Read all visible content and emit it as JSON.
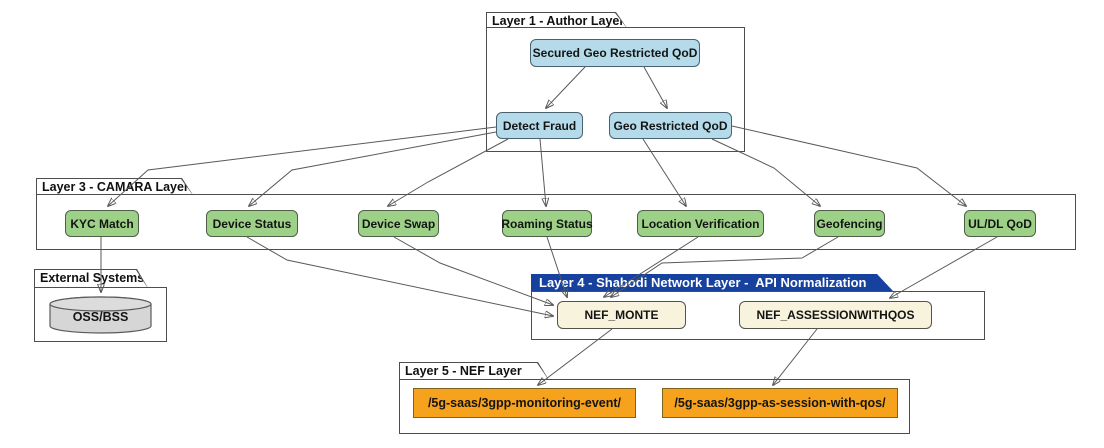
{
  "groups": {
    "layer1": {
      "label": "Layer 1 - Author Layer"
    },
    "layer3": {
      "label": "Layer 3 - CAMARA Layer"
    },
    "external_systems": {
      "label": "External Systems"
    },
    "layer4": {
      "label": "Layer 4 - Shabodi Network Layer -  API Normalization"
    },
    "layer5": {
      "label": "Layer 5 - NEF Layer"
    }
  },
  "nodes": {
    "secured_geo_restricted_qod": {
      "label": "Secured Geo Restricted QoD"
    },
    "detect_fraud": {
      "label": "Detect Fraud"
    },
    "geo_restricted_qod": {
      "label": "Geo Restricted QoD"
    },
    "kyc_match": {
      "label": "KYC Match"
    },
    "device_status": {
      "label": "Device Status"
    },
    "device_swap": {
      "label": "Device Swap"
    },
    "roaming_status": {
      "label": "Roaming Status"
    },
    "location_verification": {
      "label": "Location Verification"
    },
    "geofencing": {
      "label": "Geofencing"
    },
    "uldl_qod": {
      "label": "UL/DL QoD"
    },
    "oss_bss": {
      "label": "OSS/BSS"
    },
    "nef_monte": {
      "label": "NEF_MONTE"
    },
    "nef_assessionwithqos": {
      "label": "NEF_ASSESSIONWITHQOS"
    },
    "monitoring_event_api": {
      "label": "/5g-saas/3gpp-monitoring-event/"
    },
    "as_session_with_qos_api": {
      "label": "/5g-saas/3gpp-as-session-with-qos/"
    }
  },
  "edges": [
    {
      "from": "secured_geo_restricted_qod",
      "to": "detect_fraud"
    },
    {
      "from": "secured_geo_restricted_qod",
      "to": "geo_restricted_qod"
    },
    {
      "from": "detect_fraud",
      "to": "kyc_match"
    },
    {
      "from": "detect_fraud",
      "to": "device_status"
    },
    {
      "from": "detect_fraud",
      "to": "device_swap"
    },
    {
      "from": "detect_fraud",
      "to": "roaming_status"
    },
    {
      "from": "geo_restricted_qod",
      "to": "location_verification"
    },
    {
      "from": "geo_restricted_qod",
      "to": "geofencing"
    },
    {
      "from": "geo_restricted_qod",
      "to": "uldl_qod"
    },
    {
      "from": "kyc_match",
      "to": "oss_bss"
    },
    {
      "from": "device_status",
      "to": "nef_monte"
    },
    {
      "from": "device_swap",
      "to": "nef_monte"
    },
    {
      "from": "roaming_status",
      "to": "nef_monte"
    },
    {
      "from": "location_verification",
      "to": "nef_monte"
    },
    {
      "from": "geofencing",
      "to": "nef_monte"
    },
    {
      "from": "uldl_qod",
      "to": "nef_assessionwithqos"
    },
    {
      "from": "nef_monte",
      "to": "monitoring_event_api"
    },
    {
      "from": "nef_assessionwithqos",
      "to": "as_session_with_qos_api"
    }
  ],
  "colors": {
    "author_node_fill": "#b5dbea",
    "camara_node_fill": "#9ed188",
    "network_node_fill": "#f8f3dc",
    "nef_node_fill": "#f6a21c",
    "external_node_fill": "#d6d6d6",
    "layer4_banner_fill": "#16419e",
    "edge_color": "#595959"
  }
}
